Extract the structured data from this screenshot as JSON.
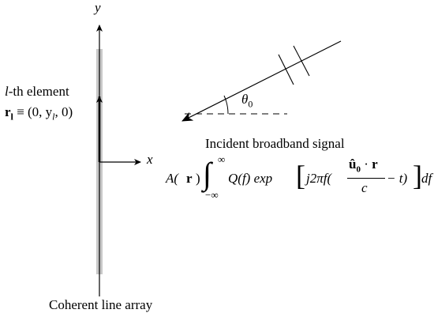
{
  "axes": {
    "y_label": "y",
    "x_label": "x"
  },
  "element": {
    "name_italic": "l",
    "name_rest": "-th element",
    "position_bold": "r",
    "position_sub": "l",
    "position_rest": " ≡ (0, y",
    "position_sub2": "l",
    "position_end": ", 0)"
  },
  "angle": {
    "symbol": "θ",
    "sub": "0"
  },
  "signal": {
    "title": "Incident broadband signal"
  },
  "formula": {
    "A": "A(",
    "r1": "r",
    "close": ")",
    "integral": "∫",
    "upper": "∞",
    "lower": "−∞",
    "Q": "Q(f) exp",
    "bracket_open": "[",
    "j2pi": "j2πf(",
    "num_u": "û",
    "num_sub": "0",
    "num_dot": " · ",
    "num_r": "r",
    "den": "c",
    "minus_t": " − t)",
    "bracket_close": "]",
    "df": "df"
  },
  "array": {
    "title": "Coherent line array"
  }
}
